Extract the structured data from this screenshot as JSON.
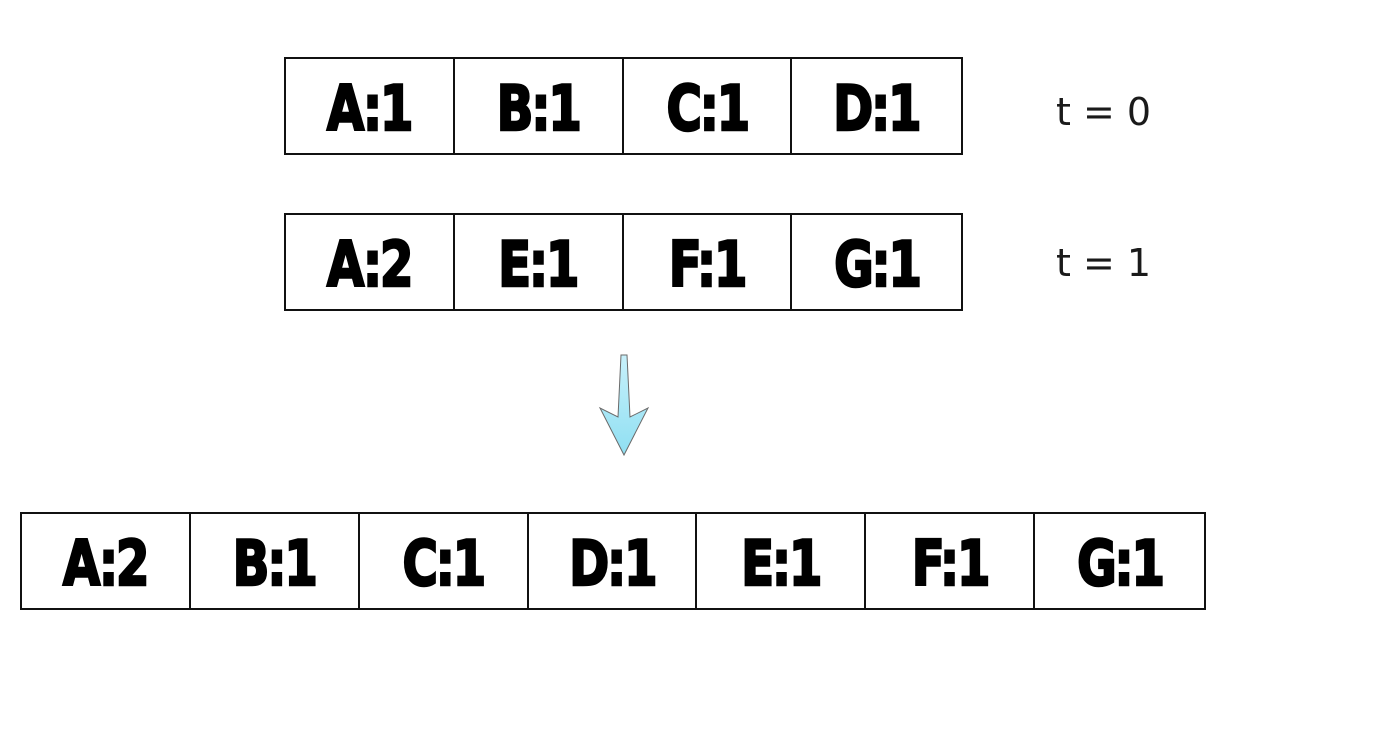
{
  "diagram": {
    "rows": {
      "t0": {
        "time_label": "t = 0",
        "cells": [
          "A:1",
          "B:1",
          "C:1",
          "D:1"
        ]
      },
      "t1": {
        "time_label": "t = 1",
        "cells": [
          "A:2",
          "E:1",
          "F:1",
          "G:1"
        ]
      },
      "merged": {
        "cells": [
          "A:2",
          "B:1",
          "C:1",
          "D:1",
          "E:1",
          "F:1",
          "G:1"
        ]
      }
    },
    "arrow": {
      "icon": "down-arrow-icon",
      "fill_top": "#c8f1fb",
      "fill_bottom": "#8fdff2",
      "stroke": "#6a6a6a"
    },
    "colors": {
      "border": "#111111",
      "text": "#000000",
      "background": "#ffffff"
    }
  }
}
